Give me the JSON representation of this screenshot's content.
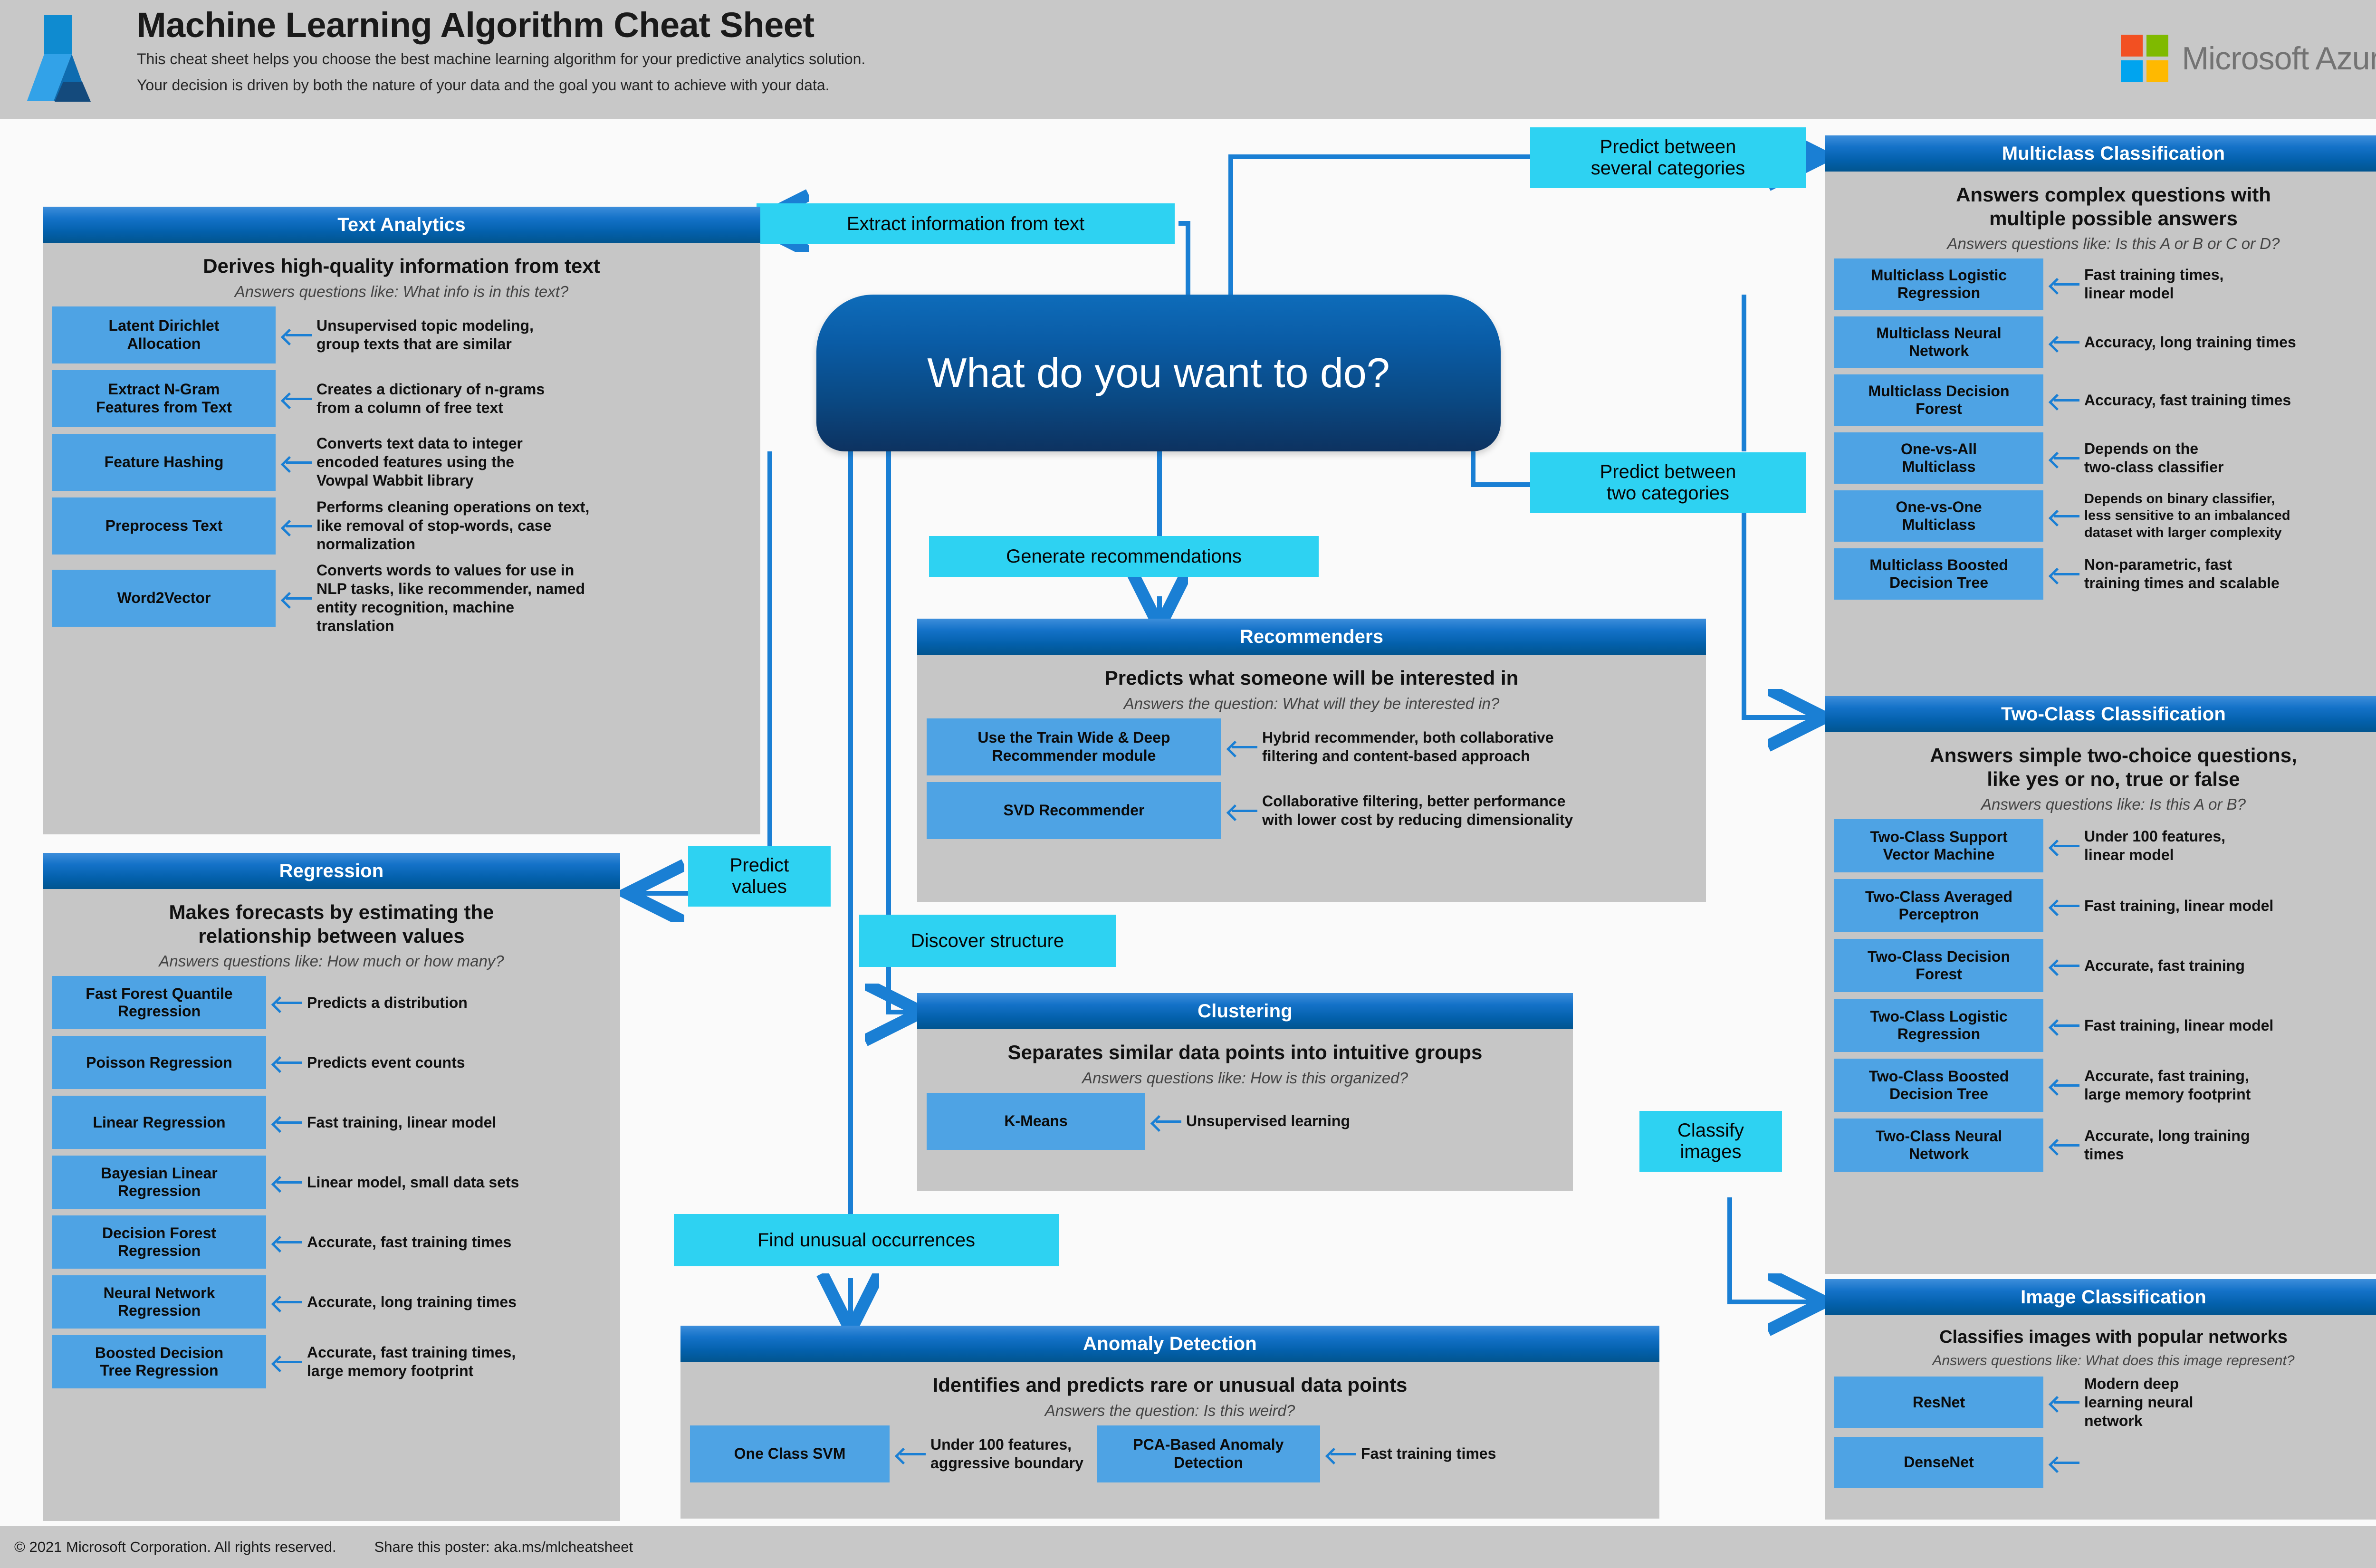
{
  "header": {
    "title": "Machine Learning Algorithm Cheat Sheet",
    "subtitle_line1": "This cheat sheet helps you choose the best machine learning algorithm for your predictive analytics solution.",
    "subtitle_line2": "Your decision is driven by both the nature of your data and the goal you want to achieve with your data.",
    "brand": "Microsoft Azure",
    "brand_colors": {
      "red": "#F25022",
      "green": "#7FBA00",
      "blue": "#00A4EF",
      "yellow": "#FFB900"
    },
    "logo_name": "azure-logo"
  },
  "footer": {
    "copyright": "© 2021 Microsoft Corporation. All rights reserved.",
    "share": "Share this poster: aka.ms/mlcheatsheet"
  },
  "colors": {
    "header_gradient_top": "#3d8edb",
    "header_gradient_bottom": "#02558f",
    "panel_body": "#c6c6c6",
    "algo_box": "#4ea3e4",
    "decision_label": "#2ed2f2",
    "connector": "#1a7fd4",
    "center_node_top": "#0e6cba",
    "center_node_bottom": "#0d3260"
  },
  "center_node": {
    "label": "What do you want to do?"
  },
  "decision_labels": [
    {
      "id": "extract-information-from-text",
      "text": "Extract information from text"
    },
    {
      "id": "predict-between-several-categories",
      "text": "Predict between\nseveral categories"
    },
    {
      "id": "predict-between-two-categories",
      "text": "Predict between\ntwo categories"
    },
    {
      "id": "generate-recommendations",
      "text": "Generate recommendations"
    },
    {
      "id": "predict-values",
      "text": "Predict\nvalues"
    },
    {
      "id": "discover-structure",
      "text": "Discover structure"
    },
    {
      "id": "find-unusual-occurrences",
      "text": "Find unusual occurrences"
    },
    {
      "id": "classify-images",
      "text": "Classify\nimages"
    }
  ],
  "panels": {
    "text_analytics": {
      "title": "Text Analytics",
      "lead": "Derives high-quality information from text",
      "question": "Answers questions like: What info is in this text?",
      "rows": [
        {
          "algo": "Latent Dirichlet\nAllocation",
          "desc": "Unsupervised topic modeling,\ngroup texts that are similar"
        },
        {
          "algo": "Extract N-Gram\nFeatures from Text",
          "desc": "Creates a dictionary of n-grams\nfrom a column of free text"
        },
        {
          "algo": "Feature Hashing",
          "desc": "Converts text data to integer\nencoded features using the\nVowpal Wabbit library"
        },
        {
          "algo": "Preprocess Text",
          "desc": "Performs cleaning operations on text,\nlike removal of stop-words, case\nnormalization"
        },
        {
          "algo": "Word2Vector",
          "desc": "Converts words to values for use in\nNLP tasks, like recommender, named\nentity recognition, machine\ntranslation"
        }
      ]
    },
    "regression": {
      "title": "Regression",
      "lead": "Makes forecasts by estimating the\nrelationship between values",
      "question": "Answers questions like: How much or how many?",
      "rows": [
        {
          "algo": "Fast Forest Quantile\nRegression",
          "desc": "Predicts a distribution"
        },
        {
          "algo": "Poisson Regression",
          "desc": "Predicts event counts"
        },
        {
          "algo": "Linear Regression",
          "desc": "Fast training, linear model"
        },
        {
          "algo": "Bayesian Linear\nRegression",
          "desc": "Linear model, small data sets"
        },
        {
          "algo": "Decision Forest\nRegression",
          "desc": "Accurate, fast training times"
        },
        {
          "algo": "Neural Network\nRegression",
          "desc": "Accurate, long training times"
        },
        {
          "algo": "Boosted Decision\nTree Regression",
          "desc": "Accurate, fast training times,\nlarge memory footprint"
        }
      ]
    },
    "recommenders": {
      "title": "Recommenders",
      "lead": "Predicts what someone will be interested in",
      "question": "Answers the question: What will they be interested in?",
      "rows": [
        {
          "algo": "Use the Train Wide & Deep\nRecommender module",
          "desc": "Hybrid recommender, both collaborative\nfiltering and content-based approach"
        },
        {
          "algo": "SVD Recommender",
          "desc": "Collaborative filtering, better performance\nwith lower cost by reducing dimensionality"
        }
      ]
    },
    "clustering": {
      "title": "Clustering",
      "lead": "Separates similar data points into intuitive groups",
      "question": "Answers questions like: How is this organized?",
      "rows": [
        {
          "algo": "K-Means",
          "desc": "Unsupervised learning"
        }
      ]
    },
    "anomaly_detection": {
      "title": "Anomaly Detection",
      "lead": "Identifies and predicts rare or unusual data points",
      "question": "Answers the question: Is this weird?",
      "rows": [
        {
          "algo": "One Class SVM",
          "desc": "Under 100 features,\naggressive boundary"
        },
        {
          "algo": "PCA-Based Anomaly\nDetection",
          "desc": "Fast training times"
        }
      ]
    },
    "multiclass_classification": {
      "title": "Multiclass Classification",
      "lead": "Answers complex questions with\nmultiple possible answers",
      "question": "Answers questions like: Is this A or B or C or D?",
      "rows": [
        {
          "algo": "Multiclass Logistic\nRegression",
          "desc": "Fast training times,\nlinear model"
        },
        {
          "algo": "Multiclass Neural\nNetwork",
          "desc": "Accuracy, long training times"
        },
        {
          "algo": "Multiclass Decision\nForest",
          "desc": "Accuracy, fast training times"
        },
        {
          "algo": "One-vs-All\nMulticlass",
          "desc": "Depends on the\ntwo-class classifier"
        },
        {
          "algo": "One-vs-One\nMulticlass",
          "desc": "Depends on binary classifier,\nless sensitive to an imbalanced\ndataset with larger complexity"
        },
        {
          "algo": "Multiclass Boosted\nDecision Tree",
          "desc": "Non-parametric, fast\ntraining times and scalable"
        }
      ]
    },
    "two_class_classification": {
      "title": "Two-Class Classification",
      "lead": "Answers simple two-choice questions,\nlike yes or no, true or false",
      "question": "Answers questions like: Is this A or B?",
      "rows": [
        {
          "algo": "Two-Class Support\nVector Machine",
          "desc": "Under 100 features,\nlinear model"
        },
        {
          "algo": "Two-Class Averaged\nPerceptron",
          "desc": "Fast training, linear model"
        },
        {
          "algo": "Two-Class Decision\nForest",
          "desc": "Accurate, fast training"
        },
        {
          "algo": "Two-Class Logistic\nRegression",
          "desc": "Fast training, linear model"
        },
        {
          "algo": "Two-Class Boosted\nDecision Tree",
          "desc": "Accurate, fast training,\nlarge memory footprint"
        },
        {
          "algo": "Two-Class Neural\nNetwork",
          "desc": "Accurate, long training\ntimes"
        }
      ]
    },
    "image_classification": {
      "title": "Image Classification",
      "lead": "Classifies images with popular networks",
      "question": "Answers questions like: What does this image represent?",
      "rows": [
        {
          "algo": "ResNet",
          "desc": "Modern deep\nlearning neural\nnetwork"
        },
        {
          "algo": "DenseNet",
          "desc": ""
        }
      ]
    }
  }
}
